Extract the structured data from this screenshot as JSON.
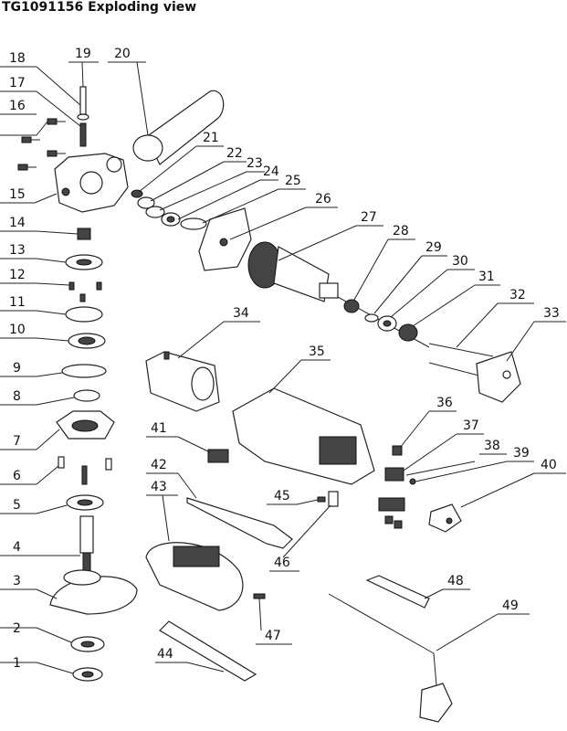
{
  "title": "TG1091156 Exploding view",
  "labels": [
    "1",
    "2",
    "3",
    "4",
    "5",
    "6",
    "7",
    "8",
    "9",
    "10",
    "11",
    "12",
    "13",
    "14",
    "15",
    "16",
    "17",
    "18",
    "19",
    "20",
    "21",
    "22",
    "23",
    "24",
    "25",
    "26",
    "27",
    "28",
    "29",
    "30",
    "31",
    "32",
    "33",
    "34",
    "35",
    "36",
    "37",
    "38",
    "39",
    "40",
    "41",
    "42",
    "43",
    "44",
    "45",
    "46",
    "47",
    "48",
    "49"
  ]
}
